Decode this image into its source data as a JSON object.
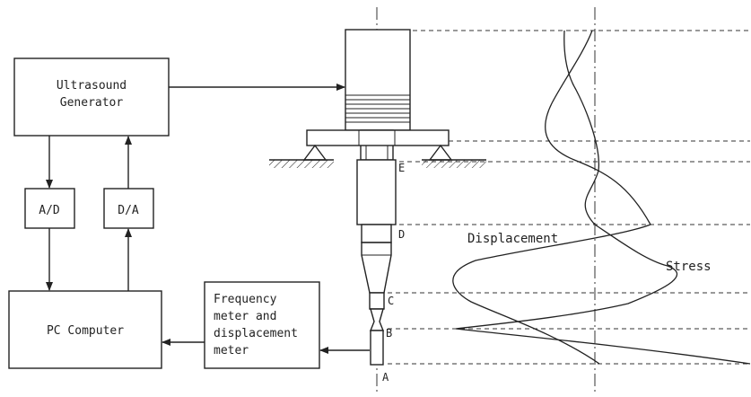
{
  "blocks": {
    "generator": [
      "Ultrasound",
      "Generator"
    ],
    "ad": "A/D",
    "da": "D/A",
    "pc": "PC Computer",
    "meter": [
      "Frequency",
      "meter and",
      "displacement",
      "meter"
    ]
  },
  "points": {
    "a": "A",
    "b": "B",
    "c": "C",
    "d": "D",
    "e": "E"
  },
  "curves": {
    "displacement": "Displacement",
    "stress": "Stress"
  }
}
